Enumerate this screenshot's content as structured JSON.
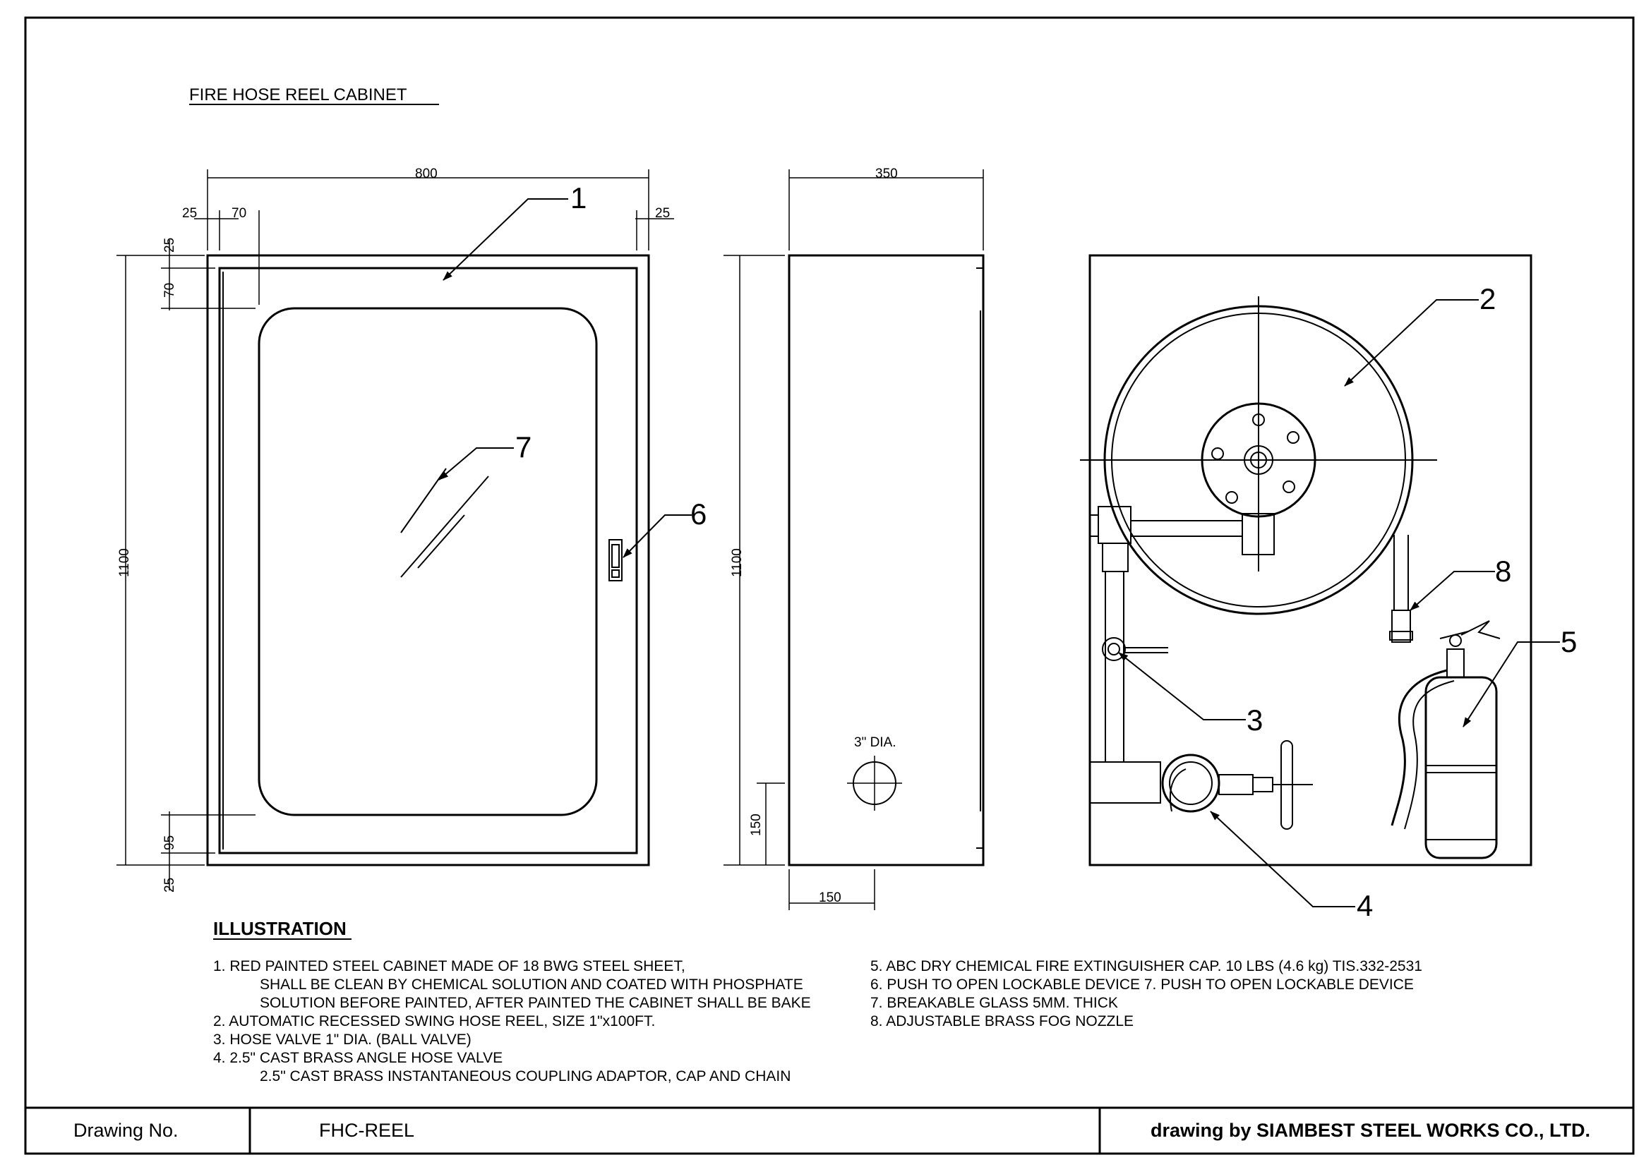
{
  "title": "FIRE HOSE REEL CABINET",
  "dimensions": {
    "front_width": "800",
    "side_25_left": "25",
    "side_70": "70",
    "side_25_right": "25",
    "top_25": "25",
    "top_70": "70",
    "front_height": "1100",
    "bottom_95": "95",
    "bottom_25": "25",
    "depth": "350",
    "side_height": "1100",
    "inlet_height": "150",
    "inlet_offset": "150",
    "inlet_dia": "3\" DIA."
  },
  "callouts": [
    "1",
    "2",
    "3",
    "4",
    "5",
    "6",
    "7",
    "8"
  ],
  "illustration": {
    "heading": "ILLUSTRATION",
    "left_lines": [
      "1. RED PAINTED STEEL CABINET MADE OF 18 BWG STEEL SHEET,",
      "SHALL BE CLEAN BY CHEMICAL SOLUTION AND COATED WITH PHOSPHATE",
      "SOLUTION BEFORE PAINTED, AFTER PAINTED THE CABINET SHALL BE BAKE",
      "2. AUTOMATIC RECESSED SWING HOSE REEL, SIZE 1\"x100FT.",
      "3. HOSE VALVE 1\" DIA. (BALL VALVE)",
      "4. 2.5\" CAST BRASS ANGLE HOSE VALVE",
      "2.5\" CAST BRASS INSTANTANEOUS COUPLING ADAPTOR, CAP AND CHAIN"
    ],
    "right_lines": [
      "5. ABC DRY CHEMICAL FIRE EXTINGUISHER CAP. 10 LBS  (4.6 kg) TIS.332-2531",
      "6. PUSH TO OPEN LOCKABLE DEVICE 7. PUSH TO OPEN LOCKABLE DEVICE",
      "7. BREAKABLE GLASS 5MM. THICK",
      "8. ADJUSTABLE BRASS FOG NOZZLE"
    ]
  },
  "title_block": {
    "drawing_no_label": "Drawing No.",
    "drawing_no_value": "FHC-REEL",
    "drawn_by": "drawing by SIAMBEST STEEL WORKS CO., LTD."
  }
}
